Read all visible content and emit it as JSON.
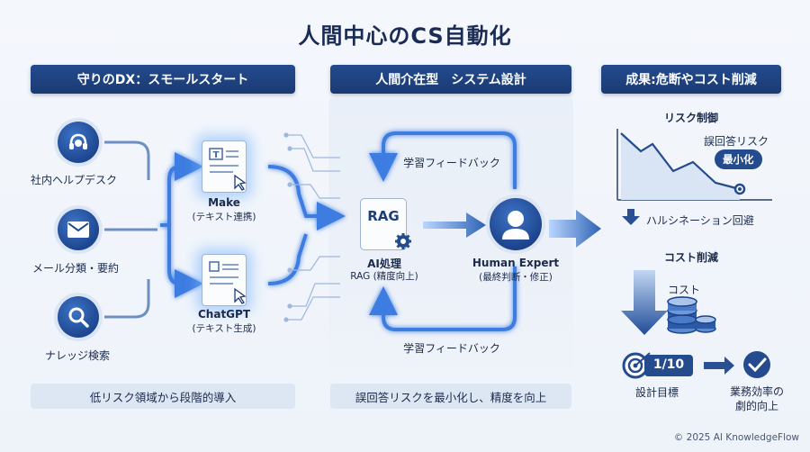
{
  "title": "人間中心のCS自動化",
  "banners": {
    "left": "守りのDX：スモールスタート",
    "middle": "人間介在型　システム設計",
    "right": "成果:危断やコスト削減"
  },
  "left": {
    "inputs": [
      "社内ヘルプデスク",
      "メール分類・要約",
      "ナレッジ検索"
    ],
    "make_label": "Make",
    "make_sub": "(テキスト連携)",
    "chatgpt_label": "ChatGPT",
    "chatgpt_sub": "(テキスト生成)",
    "footer": "低リスク領域から段階的導入"
  },
  "middle": {
    "feedback_top": "学習フィードバック",
    "feedback_bottom": "学習フィードバック",
    "rag_icon_text": "RAG",
    "ai_label": "AI処理",
    "ai_sub": "RAG (精度向上)",
    "human_label": "Human Expert",
    "human_sub": "(最終判断・修正)",
    "footer": "誤回答リスクを最小化し、精度を向上"
  },
  "right": {
    "risk_title": "リスク制御",
    "risk_callout": "誤回答リスク",
    "risk_pill": "最小化",
    "hallucination": "ハルシネーション回避",
    "cost_title": "コスト削減",
    "cost_label": "コスト",
    "target_value": "1/10",
    "target_label": "設計目標",
    "efficiency_line1": "業務効率の",
    "efficiency_line2": "劇的向上"
  },
  "copyright": "© 2025 AI KnowledgeFlow",
  "colors": {
    "navy": "#1a3a73",
    "accent": "#2f63b5",
    "glow": "#7fb6ff",
    "panel": "#e9eff8"
  }
}
